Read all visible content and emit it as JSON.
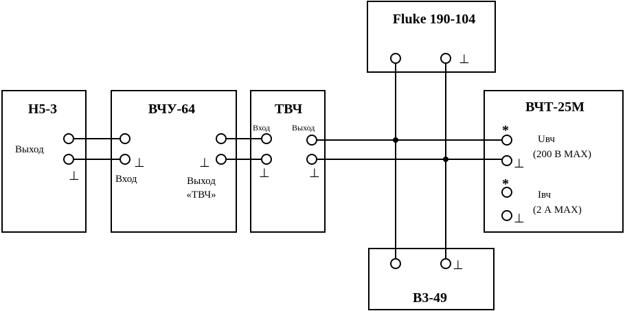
{
  "blocks": {
    "n53": {
      "title": "Н5-3",
      "out_label": "Выход"
    },
    "vchu64": {
      "title": "ВЧУ-64",
      "in_label": "Вход",
      "out_label1": "Выход",
      "out_label2": "«ТВЧ»"
    },
    "tvch": {
      "title": "ТВЧ",
      "in_label": "Вход",
      "out_label": "Выход"
    },
    "fluke": {
      "title": "Fluke 190-104"
    },
    "vct25m": {
      "title": "ВЧТ-25М",
      "u_label": "Uвч",
      "u_range": "(200 В MAX)",
      "i_label": "Iвч",
      "i_range": "(2 А MAX)"
    },
    "v349": {
      "title": "В3-49"
    }
  },
  "symbols": {
    "ground": "⊥",
    "star": "*"
  }
}
